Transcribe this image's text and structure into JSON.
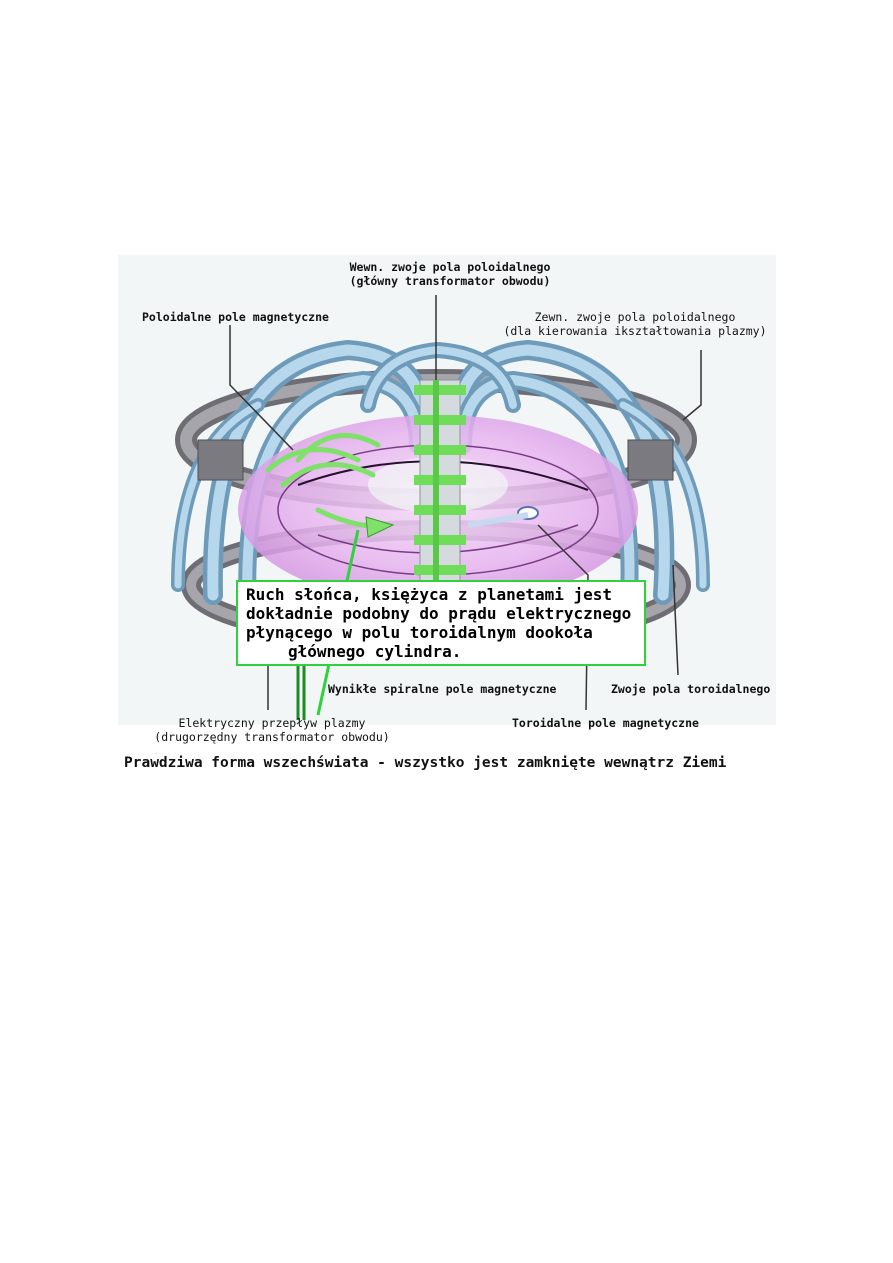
{
  "labels": {
    "inner_coils_line1": "Wewn. zwoje pola poloidalnego",
    "inner_coils_line2": "(główny transformator obwodu)",
    "poloidal_field": "Poloidalne pole magnetyczne",
    "outer_coils_line1": "Zewn. zwoje pola poloidalnego",
    "outer_coils_line2": "(dla kierowania ikształtowania plazmy)",
    "spiral_field": "Wynikłe spiralne pole magnetyczne",
    "toroidal_coils": "Zwoje pola toroidalnego",
    "plasma_current_line1": "Elektryczny przepływ plazmy",
    "plasma_current_line2": "(drugorzędny transformator obwodu)",
    "toroidal_field": "Toroidalne pole magnetyczne"
  },
  "callout": {
    "line1": "Ruch słońca, księżyca z planetami jest",
    "line2": "dokładnie podobny do prądu elektrycznego",
    "line3": "płynącego w polu toroidalnym dookoła",
    "line4": "głównego cylindra."
  },
  "caption": "Prawdziwa forma wszechświata - wszystko jest zamknięte wewnątrz Ziemi",
  "colors": {
    "plasma": "#e7b3ef",
    "toroidal_coil": "#a9cde4",
    "poloidal_coil": "#8d8d92",
    "central_solenoid": "#7fe06a",
    "callout_border": "#2fd23a"
  }
}
